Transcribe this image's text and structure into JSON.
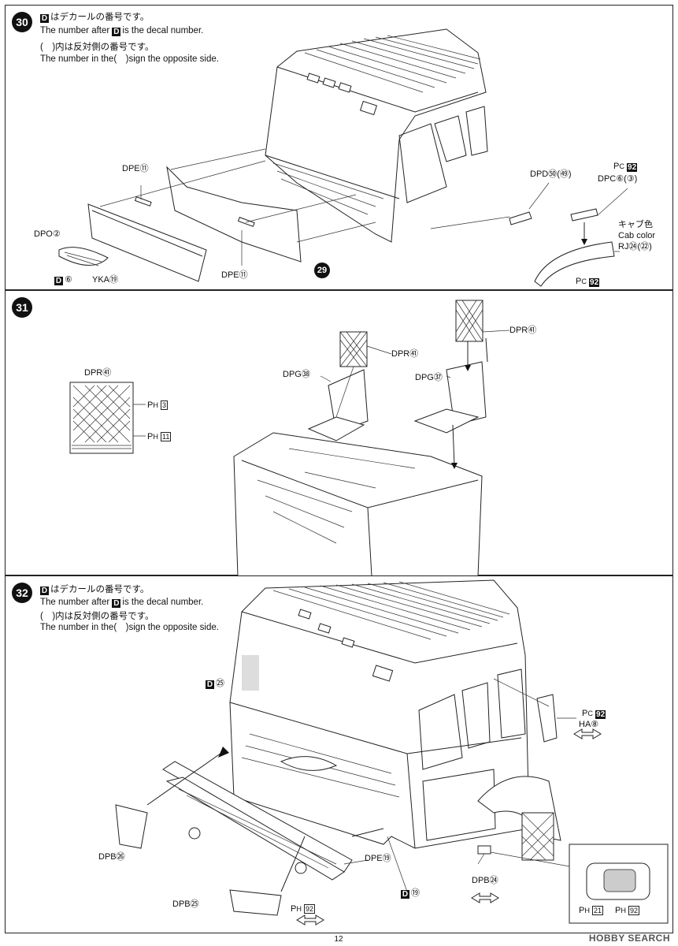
{
  "steps": {
    "s30": {
      "number": "30",
      "note_jp_1": "はデカールの番号です。",
      "note_en_1": "The number after",
      "note_en_1b": "is the decal number.",
      "note_jp_2": "(　)内は反対側の番号です。",
      "note_en_2": "The number in the(　)sign the opposite side.",
      "decal_letter": "D",
      "labels": {
        "dpe_top": "DPE⑪",
        "dpo": "DPO②",
        "d6": "⑥",
        "yka": "YKA⑲",
        "dpe_bottom": "DPE⑪",
        "ref29": "29",
        "dpd": "DPD㊿(㊾)",
        "pc_top": "92",
        "dpc": "DPC⑥(③)",
        "cab_jp": "キャブ色",
        "cab_en": "Cab color",
        "rj": "RJ㉔(㉒)",
        "pc_bottom": "92"
      }
    },
    "s31": {
      "number": "31",
      "labels": {
        "dpr_inset": "DPR㊶",
        "ph3": "3",
        "ph11": "11",
        "dpr_center": "DPR㊶",
        "dpg_left": "DPG㊳",
        "dpg_right": "DPG㊲",
        "dpr_right": "DPR㊶"
      }
    },
    "s32": {
      "number": "32",
      "note_jp_1": "はデカールの番号です。",
      "note_en_1": "The number after",
      "note_en_1b": "is the decal number.",
      "note_jp_2": "(　)内は反対側の番号です。",
      "note_en_2": "The number in the(　)sign the opposite side.",
      "decal_letter": "D",
      "labels": {
        "d_windshield": "㉕",
        "pc": "92",
        "ha": "HA⑧",
        "dpb_left": "DPB㉖",
        "dpe": "DPE⑲",
        "d19": "⑲",
        "dpb_bottom": "DPB㉕",
        "ph_bottom": "92",
        "dpb_right": "DPB㉔",
        "ph21": "21",
        "ph92": "92"
      }
    }
  },
  "footer": {
    "page_number": "12",
    "watermark": "HOBBY SEARCH"
  }
}
